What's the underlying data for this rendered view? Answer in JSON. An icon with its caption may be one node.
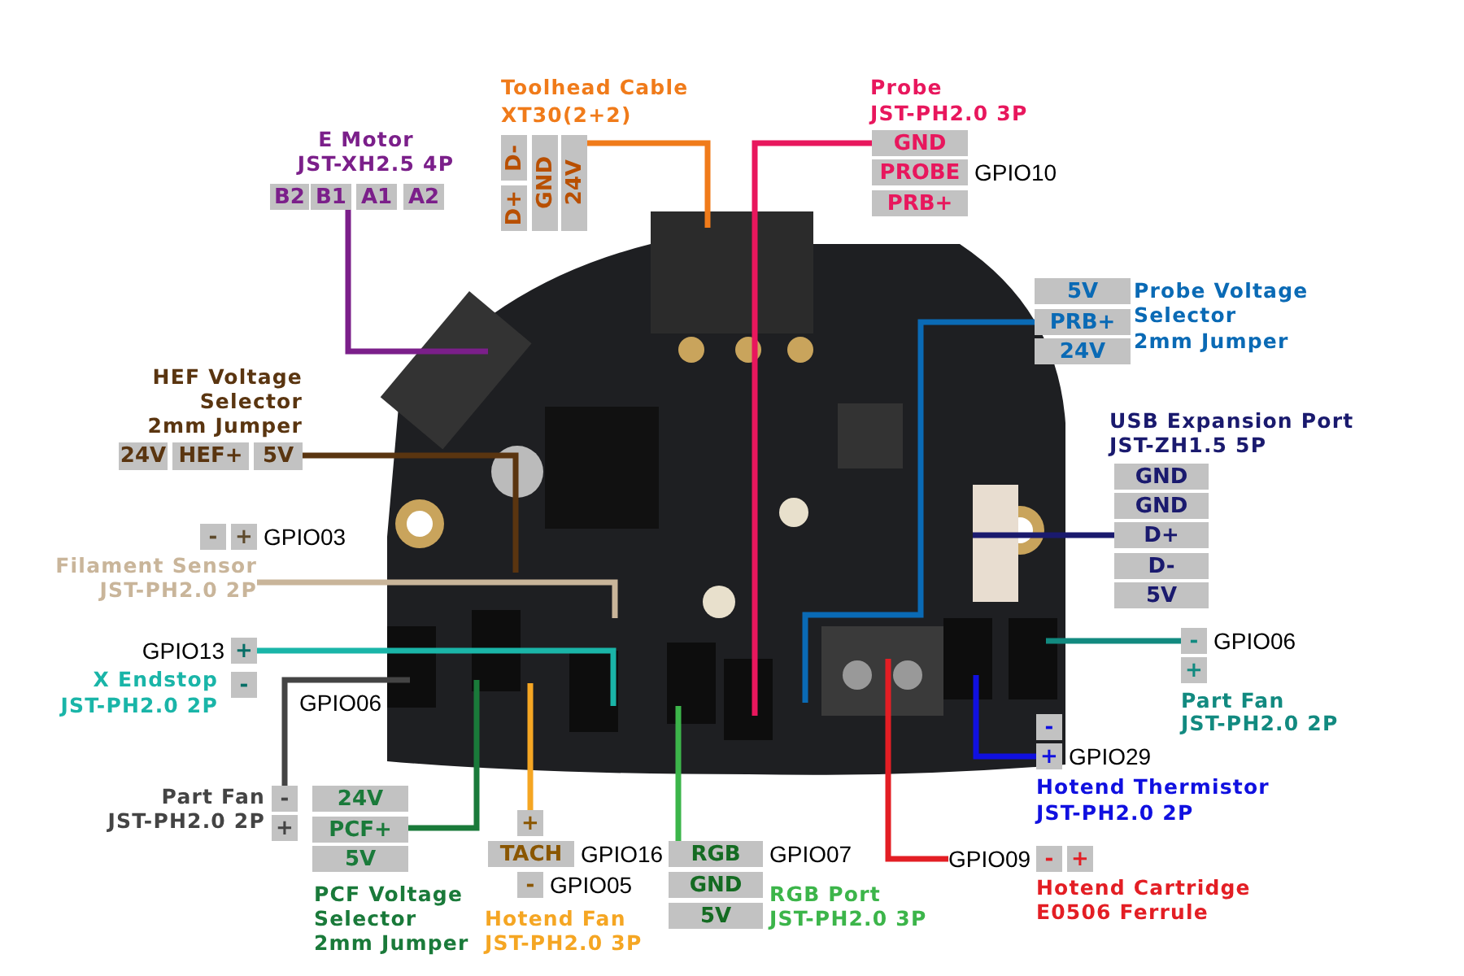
{
  "diagram": {
    "nodes": [
      {
        "text": [
          "B2"
        ]
      },
      {
        "text": [
          "B1"
        ]
      },
      {
        "text": [
          "A1"
        ]
      },
      {
        "text": [
          "A2"
        ]
      },
      {
        "text": [
          "D-"
        ]
      },
      {
        "text": [
          "D+"
        ]
      },
      {
        "text": [
          "GND"
        ]
      },
      {
        "text": [
          "24V"
        ]
      },
      {
        "text": [
          "GND"
        ]
      },
      {
        "text": [
          "PROBE"
        ],
        "beside": [
          "GPIO10"
        ]
      },
      {
        "text": [
          "PRB+"
        ]
      },
      {
        "text": [
          "5V"
        ]
      },
      {
        "text": [
          "PRB+"
        ]
      },
      {
        "text": [
          "24V"
        ]
      },
      {
        "text": [
          "24V"
        ]
      },
      {
        "text": [
          "HEF+"
        ]
      },
      {
        "text": [
          "5V"
        ]
      },
      {
        "text": [
          "GND"
        ]
      },
      {
        "text": [
          "GND"
        ]
      },
      {
        "text": [
          "D+"
        ]
      },
      {
        "text": [
          "D-"
        ]
      },
      {
        "text": [
          "5V"
        ]
      },
      {
        "text": [
          "-"
        ]
      },
      {
        "text": [
          "+"
        ],
        "beside": [
          "GPIO03"
        ]
      },
      {
        "text": [
          "Filament Sensor",
          "JST-PH2.0 2P"
        ]
      },
      {
        "text": [
          "+"
        ],
        "beside": [
          "GPIO13"
        ]
      },
      {
        "text": [
          "-"
        ]
      },
      {
        "text": [
          "-"
        ]
      },
      {
        "text": [
          "+"
        ]
      },
      {
        "text": [
          "24V"
        ]
      },
      {
        "text": [
          "PCF+"
        ]
      },
      {
        "text": [
          "5V"
        ]
      },
      {
        "text": [
          "+"
        ]
      },
      {
        "text": [
          "TACH"
        ],
        "beside": [
          "GPIO16"
        ]
      },
      {
        "text": [
          "-"
        ],
        "beside": [
          "GPIO05"
        ]
      },
      {
        "text": [
          "RGB"
        ],
        "beside": [
          "GPIO07"
        ]
      },
      {
        "text": [
          "GND"
        ]
      },
      {
        "text": [
          "5V"
        ]
      },
      {
        "text": [
          "GPIO09"
        ]
      },
      {
        "text": [
          "-"
        ]
      },
      {
        "text": [
          "+"
        ]
      },
      {
        "text": [
          "-"
        ]
      },
      {
        "text": [
          "+"
        ],
        "beside": [
          "GPIO29"
        ]
      },
      {
        "text": [
          "-"
        ],
        "beside": [
          "GPIO06"
        ]
      },
      {
        "text": [
          "+"
        ]
      }
    ],
    "edges": [
      {
        "from": 1,
        "to": null,
        "arrow": "none",
        "color": "#7b1f8a"
      },
      {
        "from": 7,
        "to": null,
        "arrow": "none",
        "color": "#f07b1a"
      },
      {
        "from": 8,
        "to": null,
        "arrow": "none",
        "color": "#e8175d"
      },
      {
        "from": 12,
        "to": null,
        "arrow": "none",
        "color": "#0a6ab5"
      },
      {
        "from": 16,
        "to": null,
        "arrow": "none",
        "color": "#5a3510"
      },
      {
        "from": 19,
        "to": null,
        "arrow": "none",
        "color": "#1a1a6e"
      },
      {
        "from": 24,
        "to": null,
        "arrow": "none",
        "color": "#c9b59a"
      },
      {
        "from": 25,
        "to": null,
        "arrow": "none",
        "color": "#1ab5a8"
      },
      {
        "from": 27,
        "to": null,
        "arrow": "none",
        "color": "#444444"
      },
      {
        "from": 30,
        "to": null,
        "arrow": "none",
        "color": "#1a7a3a"
      },
      {
        "from": 32,
        "to": null,
        "arrow": "none",
        "color": "#f5a623"
      },
      {
        "from": 35,
        "to": null,
        "arrow": "none",
        "color": "#3cb54a"
      },
      {
        "from": 38,
        "to": null,
        "arrow": "none",
        "color": "#e31e24"
      },
      {
        "from": 42,
        "to": null,
        "arrow": "none",
        "color": "#1010e0"
      },
      {
        "from": 43,
        "to": null,
        "arrow": "none",
        "color": "#128a80"
      }
    ],
    "labels": [
      "E Motor",
      "JST-XH2.5 4P",
      "Toolhead Cable",
      "XT30(2+2)",
      "Probe",
      "JST-PH2.0 3P",
      "Probe Voltage",
      "Selector",
      "2mm Jumper",
      "HEF Voltage",
      "Selector",
      "2mm Jumper",
      "USB Expansion Port",
      "JST-ZH1.5 5P",
      "GPIO06",
      "X Endstop",
      "JST-PH2.0 2P",
      "Part Fan",
      "JST-PH2.0 2P",
      "PCF Voltage",
      "Selector",
      "2mm Jumper",
      "Hotend Fan",
      "JST-PH2.0 3P",
      "RGB Port",
      "JST-PH2.0 3P",
      "Hotend Cartridge",
      "E0506 Ferrule",
      "Hotend Thermistor",
      "JST-PH2.0 2P",
      "Part Fan",
      "JST-PH2.0 2P"
    ]
  }
}
